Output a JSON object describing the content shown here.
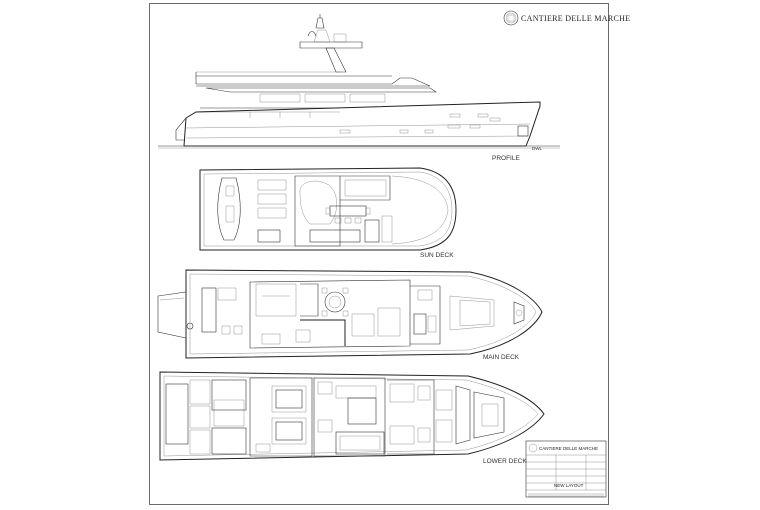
{
  "brand": {
    "name": "CANTIERE DELLE MARCHE",
    "logo_icon": "cdm-emblem-icon"
  },
  "views": {
    "profile": "PROFILE",
    "sun_deck": "SUN DECK",
    "main_deck": "MAIN DECK",
    "lower_deck": "LOWER DECK",
    "dwl": "DWL"
  },
  "title_block": {
    "brand": "CANTIERE DELLE MARCHE",
    "layout": "NEW LAYOUT"
  },
  "colors": {
    "line": "#333333",
    "frame": "#6a6a6a",
    "paper": "#ffffff"
  }
}
